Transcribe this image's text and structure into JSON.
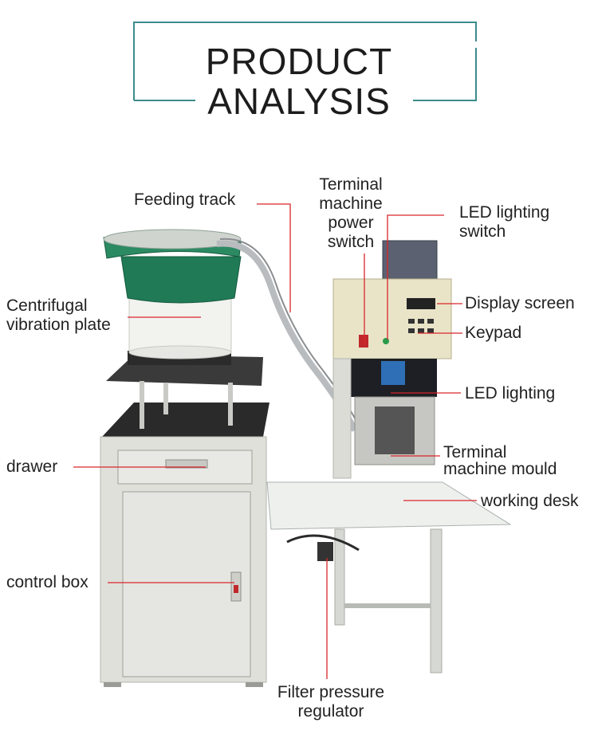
{
  "heading": {
    "line1": "PRODUCT",
    "line2": "ANALYSIS"
  },
  "colors": {
    "frame": "#3c8c8a",
    "leader": "#d9262b",
    "text": "#222222"
  },
  "labels": {
    "feeding_track": "Feeding track",
    "terminal_power_switch": [
      "Terminal",
      "machine",
      "power",
      "switch"
    ],
    "led_lighting_switch": [
      "LED lighting",
      "switch"
    ],
    "centrifugal_vibration_plate": [
      "Centrifugal",
      "vibration plate"
    ],
    "display_screen": "Display screen",
    "keypad": "Keypad",
    "led_lighting": "LED lighting",
    "drawer": "drawer",
    "terminal_machine_mould": [
      "Terminal",
      "machine mould"
    ],
    "working_desk": "working desk",
    "control_box": "control box",
    "filter_pressure_regulator": [
      "Filter pressure",
      "regulator"
    ]
  }
}
